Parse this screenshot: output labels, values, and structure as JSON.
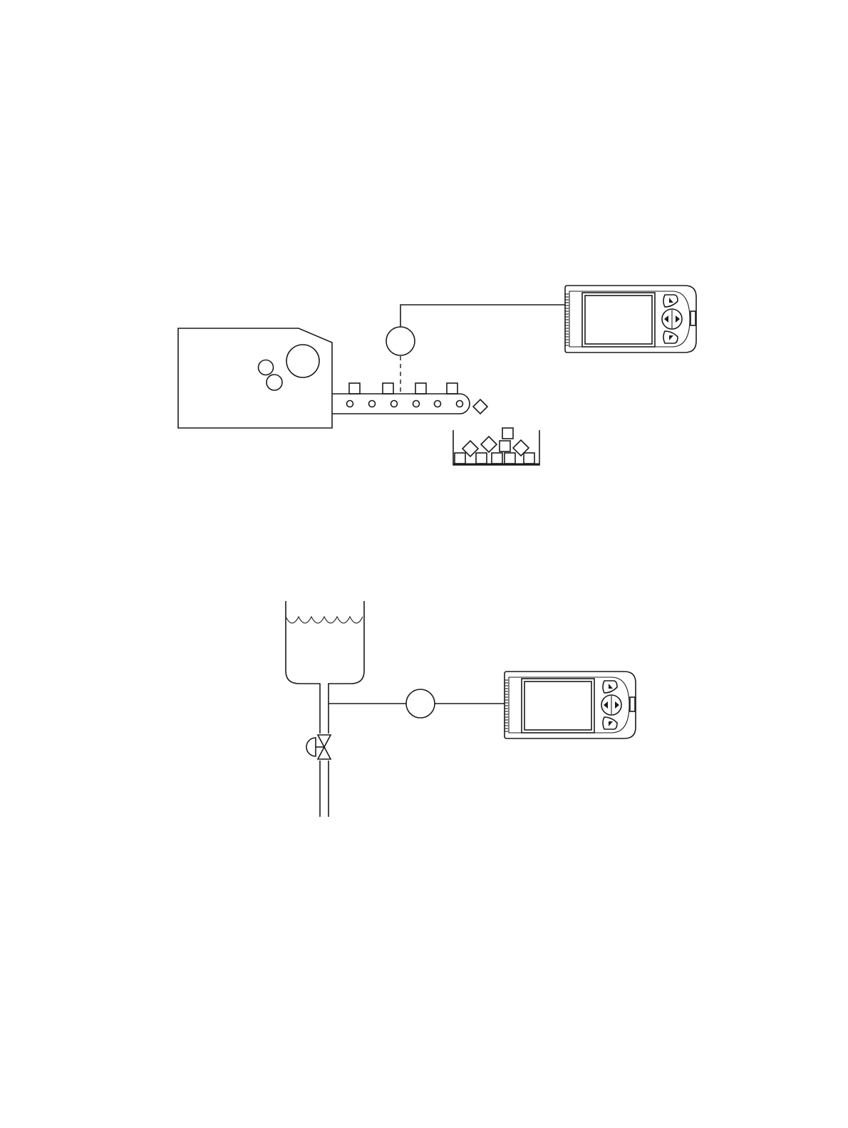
{
  "diagrams": [
    {
      "id": "conveyor-process",
      "elements": [
        "process-machine",
        "conveyor-belt",
        "sensor",
        "indicator-display",
        "collection-bin"
      ],
      "conveyor_items_count": 4,
      "conveyor_rollers_count": 6
    },
    {
      "id": "tank-process",
      "elements": [
        "liquid-tank",
        "outlet-pipe",
        "control-valve",
        "sensor",
        "indicator-display"
      ]
    }
  ],
  "icons": [
    "sensor-circle-icon",
    "panel-indicator-icon",
    "valve-icon",
    "up-arrow-icon",
    "down-arrow-icon",
    "left-arrow-icon",
    "right-arrow-icon"
  ],
  "colors": {
    "line": "#1a1a1a",
    "background": "#ffffff"
  }
}
